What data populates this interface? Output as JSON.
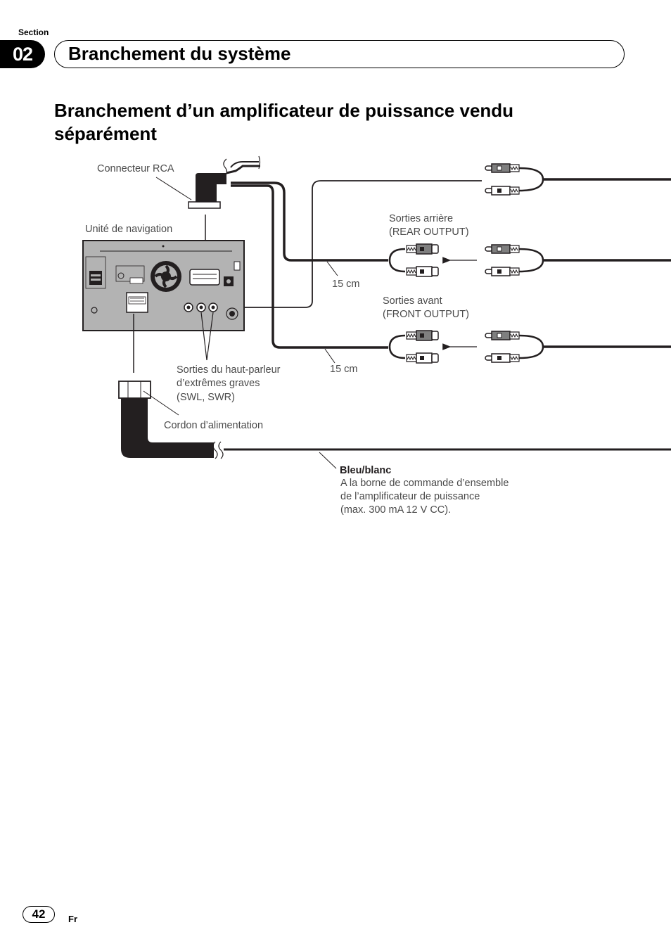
{
  "header": {
    "section_label": "Section",
    "section_number": "02",
    "section_title": "Branchement du système"
  },
  "page_title": "Branchement d’un amplificateur de puissance vendu séparément",
  "diagram": {
    "labels": {
      "rca_connector": "Connecteur RCA",
      "navigation_unit": "Unité de navigation",
      "rear_output_line1": "Sorties arrière",
      "rear_output_line2": "(REAR OUTPUT)",
      "front_output_line1": "Sorties avant",
      "front_output_line2": "(FRONT OUTPUT)",
      "length_rear": "15 cm",
      "length_front": "15 cm",
      "subwoofer_line1": "Sorties du haut-parleur",
      "subwoofer_line2": "d’extrêmes graves",
      "subwoofer_line3": "(SWL, SWR)",
      "power_cord": "Cordon d’alimentation",
      "wire_color": "Bleu/blanc",
      "wire_desc_line1": "A la borne de commande d’ensemble",
      "wire_desc_line2": "de l’amplificateur de puissance",
      "wire_desc_line3": "(max. 300 mA 12 V CC)."
    },
    "colors": {
      "unit_body": "#b3b3b3",
      "plug_dark": "#7f7f7f",
      "plug_light": "#ffffff",
      "cable": "#231f20"
    }
  },
  "footer": {
    "page_number": "42",
    "language": "Fr"
  }
}
